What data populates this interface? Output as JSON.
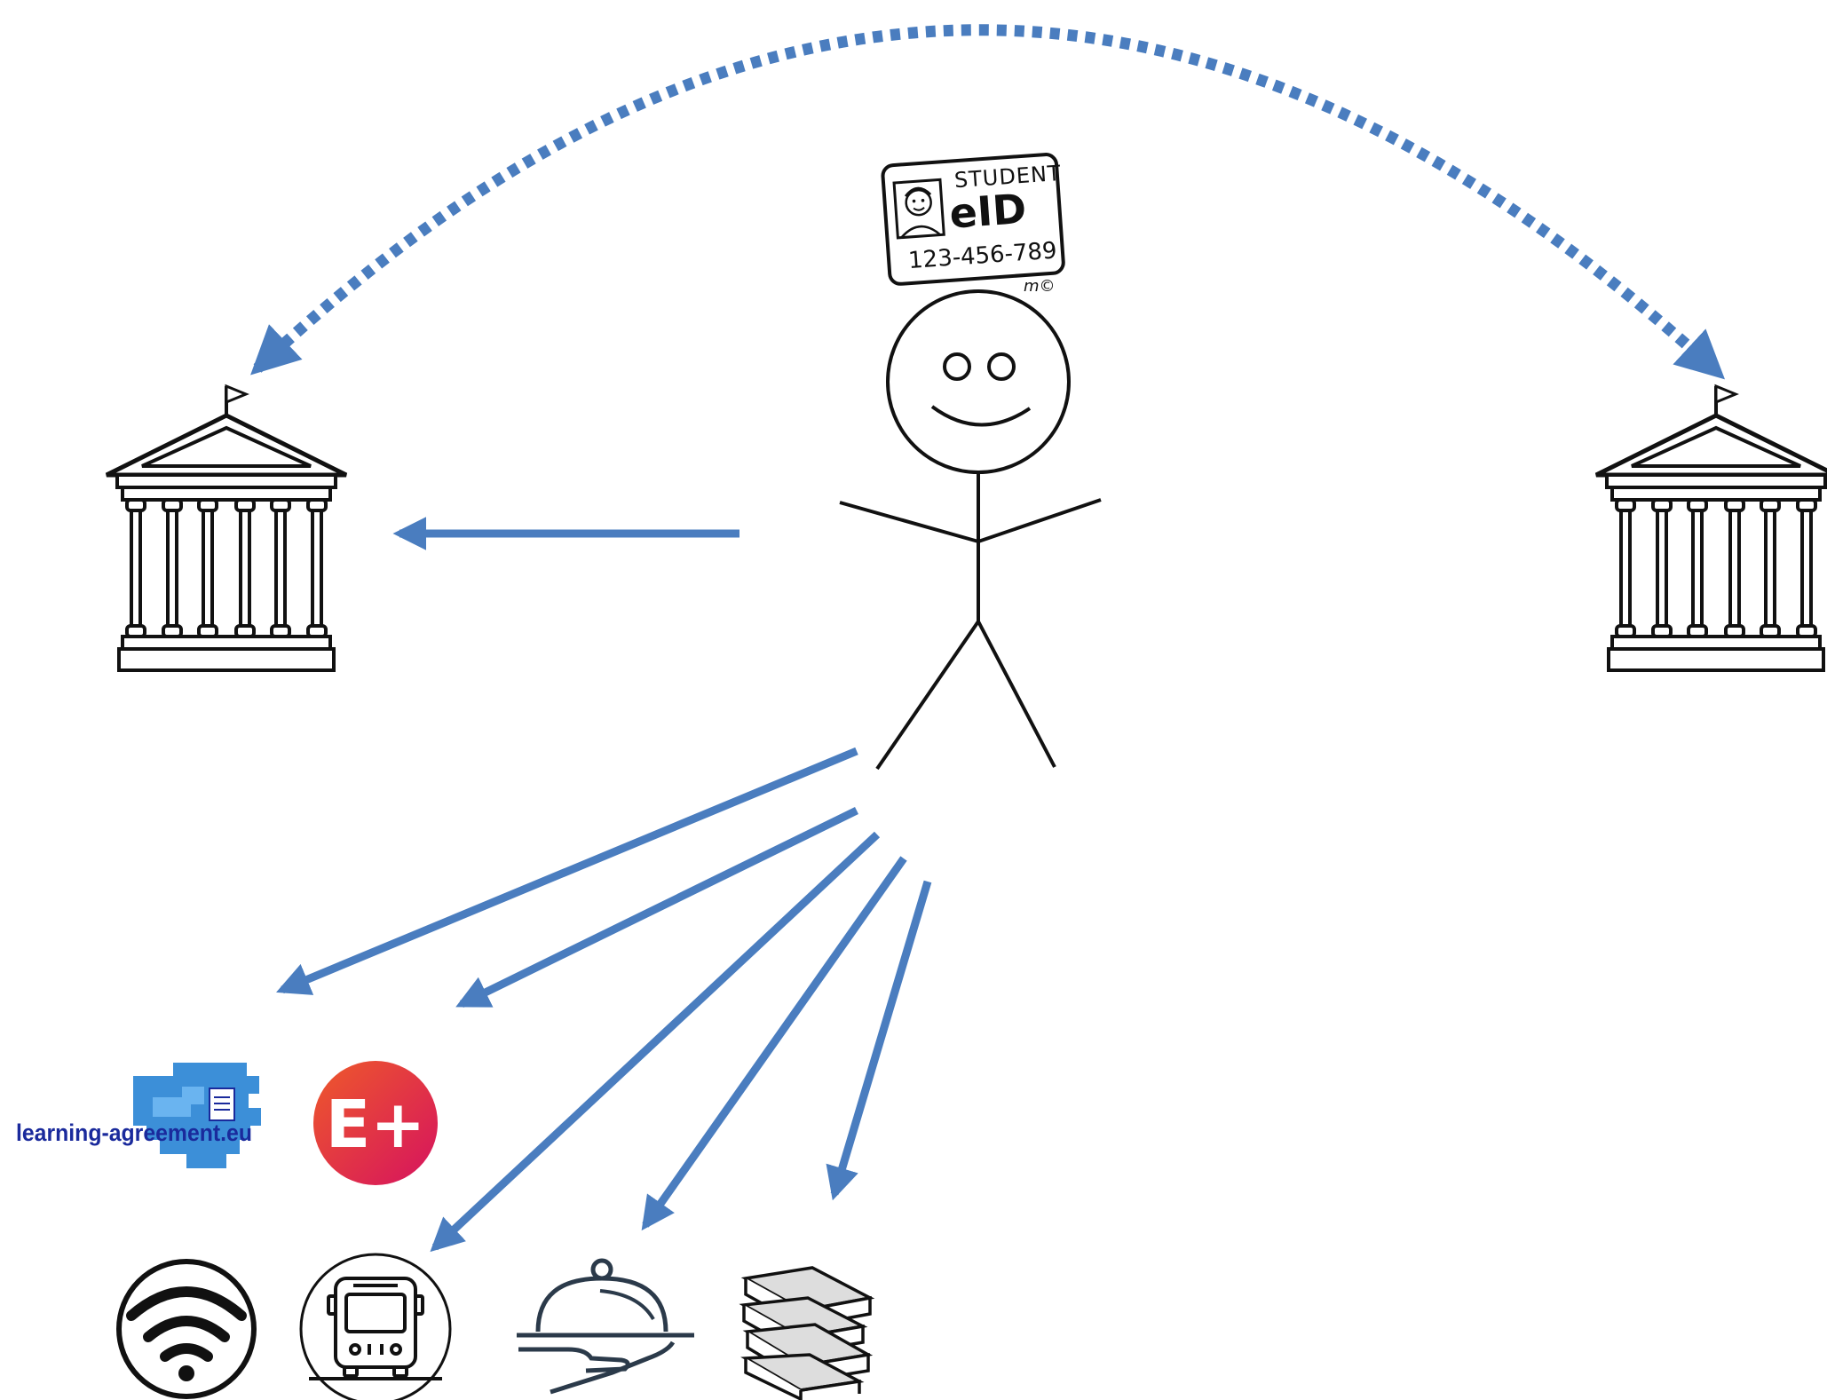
{
  "student_card": {
    "line1": "STUDENT",
    "line2": "eID",
    "line3": "123-456-789",
    "mark": "m©"
  },
  "logos": {
    "learning_agreement_text": "learning-agreement.eu",
    "erasmus_text": "E+"
  },
  "colors": {
    "arrow": "#4a7dbf",
    "ink": "#111111",
    "erasmus_start": "#e8483a",
    "erasmus_end": "#d8125f",
    "la_blue": "#3c8fd8",
    "la_dark": "#1a2a9c"
  },
  "icons": [
    "university-building-icon",
    "stick-figure-student",
    "wifi-icon",
    "bus-icon",
    "food-service-icon",
    "books-icon"
  ]
}
